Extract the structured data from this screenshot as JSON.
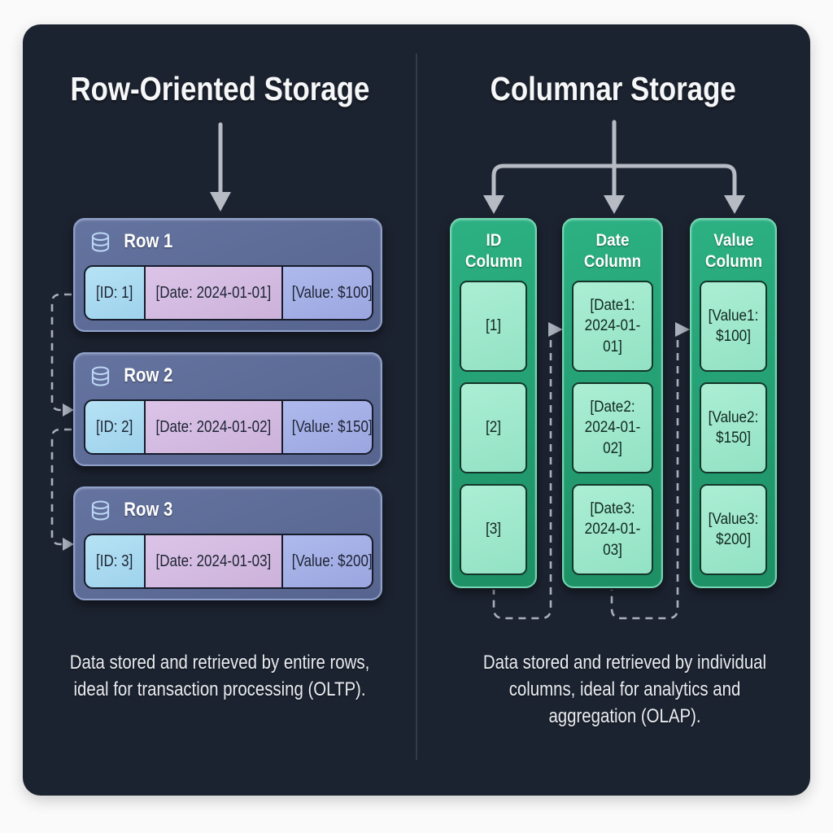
{
  "left": {
    "title": "Row-Oriented Storage",
    "rows": [
      {
        "label": "Row 1",
        "cells": {
          "id": "[ID: 1]",
          "date": "[Date: 2024-01-01]",
          "value": "[Value: $100]"
        }
      },
      {
        "label": "Row 2",
        "cells": {
          "id": "[ID: 2]",
          "date": "[Date: 2024-01-02]",
          "value": "[Value: $150]"
        }
      },
      {
        "label": "Row 3",
        "cells": {
          "id": "[ID: 3]",
          "date": "[Date: 2024-01-03]",
          "value": "[Value: $200]"
        }
      }
    ],
    "caption": "Data stored and retrieved by entire rows, ideal for transaction processing (OLTP)."
  },
  "right": {
    "title": "Columnar Storage",
    "columns": [
      {
        "header": "ID Column",
        "cells": [
          "[1]",
          "[2]",
          "[3]"
        ]
      },
      {
        "header": "Date Column",
        "cells": [
          "[Date1: 2024-01-01]",
          "[Date2: 2024-01-02]",
          "[Date3: 2024-01-03]"
        ]
      },
      {
        "header": "Value Column",
        "cells": [
          "[Value1: $100]",
          "[Value2: $150]",
          "[Value3: $200]"
        ]
      }
    ],
    "caption": "Data stored and retrieved by individual columns, ideal for analytics and aggregation (OLAP)."
  },
  "icons": {
    "row_header": "database-icon"
  },
  "colors": {
    "page_background": "#fafafa",
    "panel_background": "#1c2330",
    "divider": "#3b4251",
    "row_box": "#5d6b9b",
    "row_box_border": "#8fa0ca",
    "id_cell": "#a7d8ee",
    "date_cell": "#d2b9e0",
    "value_cell": "#a3aee6",
    "column_box": "#22a376",
    "column_box_border": "#74d6b2",
    "column_cell": "#9fe9cd",
    "arrow_gray": "#b6bbc4",
    "dashed_gray": "#a9afbb",
    "text_light": "#f6f7f9"
  }
}
